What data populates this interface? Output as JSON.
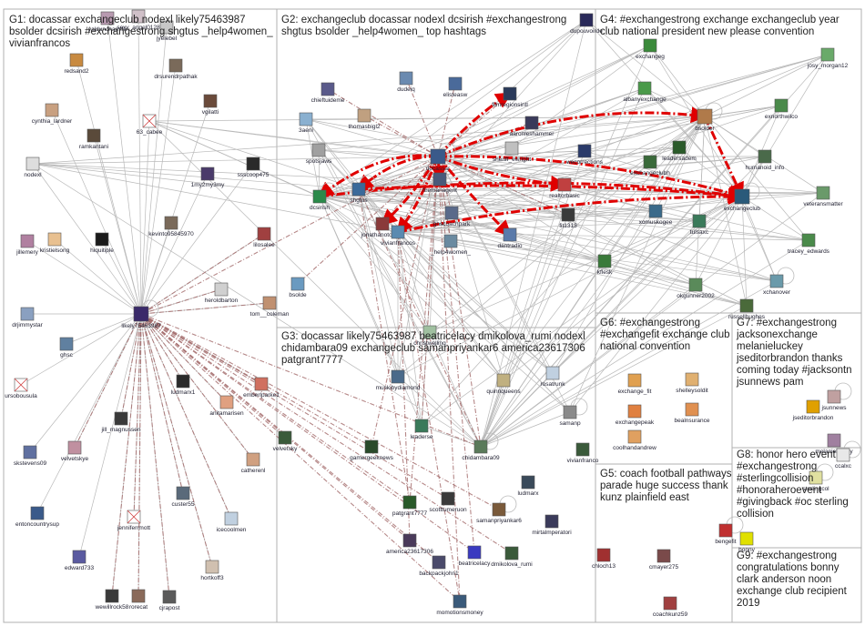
{
  "groups": [
    {
      "id": "G1",
      "lines": [
        "G1: docassar exchangeclub nodexl likely75463987",
        "bsolder dcsirish #exchangestrong shgtus _help4women_",
        "vivianfrancos"
      ]
    },
    {
      "id": "G2",
      "lines": [
        "G2: exchangeclub docassar nodexl dcsirish #exchangestrong",
        "shgtus bsolder _help4women_ top hashtags"
      ]
    },
    {
      "id": "G3",
      "lines": [
        "G3: docassar likely75463987 beatricelacy dmikolova_rumi nodexl",
        "chidambara09 exchangeclub samanpriyankar6 america23617306",
        "patgrant7777"
      ]
    },
    {
      "id": "G4",
      "lines": [
        "G4: #exchangestrong exchange exchangeclub year",
        "club national president new please convention"
      ]
    },
    {
      "id": "G5",
      "lines": [
        "G5: coach football pathways",
        "parade huge success thank",
        "kunz plainfield east"
      ]
    },
    {
      "id": "G6",
      "lines": [
        "G6: #exchangestrong",
        "#exchangefit exchange club",
        "national convention"
      ]
    },
    {
      "id": "G7",
      "lines": [
        "G7: #exchangestrong",
        "jacksonexchange",
        "melanieluckey",
        "jseditorbrandon thanks",
        "coming today #jacksontn",
        "jsunnews pam"
      ]
    },
    {
      "id": "G8",
      "lines": [
        "G8: honor hero event",
        "#exchangestrong",
        "#sterlingcollision",
        "#honoraheroevent",
        "#givingback #oc sterling",
        "collision"
      ]
    },
    {
      "id": "G9",
      "lines": [
        "G9: #exchangestrong",
        "congratulations bonny",
        "clark anderson noon",
        "exchange club recipient",
        "2019"
      ]
    }
  ],
  "nodes": [
    {
      "id": "likely75463987",
      "label": "likely75463987",
      "color": "#3a2a6a"
    },
    {
      "id": "yalduncharnife",
      "label": "yalduncharnife",
      "color": "#b89ab0"
    },
    {
      "id": "sexy_angel0128",
      "label": "sexy_angel0128",
      "color": "#d0c0c8"
    },
    {
      "id": "jyelebel",
      "label": "jyelebel",
      "color": "#c8c8c8"
    },
    {
      "id": "redsand2",
      "label": "redsand2",
      "color": "#c88a40"
    },
    {
      "id": "drsurendrpathak",
      "label": "drsurendrpathak",
      "color": "#7a6a5a"
    },
    {
      "id": "vgilatti",
      "label": "vgilatti",
      "color": "#6a4a3a"
    },
    {
      "id": "cynthia_lardner",
      "label": "cynthia_lardner",
      "color": "#c8a080"
    },
    {
      "id": "ramkantani",
      "label": "ramkantani",
      "color": "#5a4a3a"
    },
    {
      "id": "63_cabee",
      "label": "63_cabee",
      "color": "#ffffff"
    },
    {
      "id": "nodexl",
      "label": "nodexl",
      "color": "#dddddd"
    },
    {
      "id": "1my2my3my",
      "label": "1my2my3my",
      "color": "#4a3a6a"
    },
    {
      "id": "ssscoop475",
      "label": "ssscoop475",
      "color": "#2a2a2a"
    },
    {
      "id": "kevinto95845970",
      "label": "kevinto95845970",
      "color": "#7a6a5a"
    },
    {
      "id": "jillemery",
      "label": "jillemery",
      "color": "#b080a0"
    },
    {
      "id": "kristielsong",
      "label": "kristielsong",
      "color": "#e8c090"
    },
    {
      "id": "hiquitiple",
      "label": "hiquitiple",
      "color": "#1a1a1a"
    },
    {
      "id": "lilosalee",
      "label": "lilosalee",
      "color": "#a04040"
    },
    {
      "id": "heroldbarton",
      "label": "heroldbarton",
      "color": "#d0d0d0"
    },
    {
      "id": "tom__coleman",
      "label": "tom__coleman",
      "color": "#c09070"
    },
    {
      "id": "drjimmystar",
      "label": "drjimmystar",
      "color": "#8aa0c0"
    },
    {
      "id": "ghsc",
      "label": "ghsc",
      "color": "#6080a0"
    },
    {
      "id": "ursobousula",
      "label": "ursobousula",
      "color": "#ffffff"
    },
    {
      "id": "ludmarx1",
      "label": "ludmarx1",
      "color": "#2a2a2a"
    },
    {
      "id": "emberlparke1",
      "label": "emberlparke1",
      "color": "#d07060"
    },
    {
      "id": "jill_magnussen",
      "label": "jill_magnussen",
      "color": "#3a3a3a"
    },
    {
      "id": "anitamarisen",
      "label": "anitamarisen",
      "color": "#e0a080"
    },
    {
      "id": "skstevens09",
      "label": "skstevens09",
      "color": "#6070a0"
    },
    {
      "id": "velvetskye",
      "label": "velvetskye",
      "color": "#c090a0"
    },
    {
      "id": "catherenl",
      "label": "catherenl",
      "color": "#d0a080"
    },
    {
      "id": "custer55",
      "label": "custer55",
      "color": "#5a6a7a"
    },
    {
      "id": "jenniferrmott",
      "label": "jenniferrmott",
      "color": "#ffffff"
    },
    {
      "id": "icecoolmen",
      "label": "icecoolmen",
      "color": "#c0d0e0"
    },
    {
      "id": "entoncountrysup",
      "label": "entoncountrysup",
      "color": "#3a5a8a"
    },
    {
      "id": "edward733",
      "label": "edward733",
      "color": "#5a5aa0"
    },
    {
      "id": "wewillrock58",
      "label": "wewillrock58",
      "color": "#3a3a3a"
    },
    {
      "id": "rorecat",
      "label": "rorecat",
      "color": "#8a6a5a"
    },
    {
      "id": "cjrapost",
      "label": "cjrapost",
      "color": "#5a5a5a"
    },
    {
      "id": "hortkoff3",
      "label": "hortkoff3",
      "color": "#d0c0b0"
    },
    {
      "id": "docassar",
      "label": "docassar",
      "color": "#3a5a8a"
    },
    {
      "id": "chieftuideme",
      "label": "chieftuideme",
      "color": "#5a5a8a"
    },
    {
      "id": "dudeiq",
      "label": "dudeiq",
      "color": "#6a8ab0"
    },
    {
      "id": "elisteasw",
      "label": "elisteasw",
      "color": "#4a6a9a"
    },
    {
      "id": "filmregionsintl",
      "label": "filmregionsintl",
      "color": "#2a3a5a"
    },
    {
      "id": "dupouvoirde",
      "label": "dupouvoirde",
      "color": "#2a2a5a"
    },
    {
      "id": "3aeni",
      "label": "3aeni",
      "color": "#8ab0d0"
    },
    {
      "id": "thomasbigl2",
      "label": "thomasbigl2",
      "color": "#c0a080"
    },
    {
      "id": "aaronleshammer",
      "label": "aaronleshammer",
      "color": "#3a3a5a"
    },
    {
      "id": "spotsjaws",
      "label": "spotsjaws",
      "color": "#a0a0a0"
    },
    {
      "id": "sheriff_ewright",
      "label": "sheriff_ewright",
      "color": "#c0c0c0"
    },
    {
      "id": "wecorrections",
      "label": "wecorrections",
      "color": "#2a3a6a"
    },
    {
      "id": "shgtus",
      "label": "shgtus",
      "color": "#3a6a9a"
    },
    {
      "id": "firemanagent",
      "label": "firemanagent",
      "color": "#4a5a7a"
    },
    {
      "id": "realtorbasic",
      "label": "realtorbasic",
      "color": "#c04040"
    },
    {
      "id": "dcsirish",
      "label": "dcsirish",
      "color": "#2a8a4a"
    },
    {
      "id": "jonathanotcher1",
      "label": "jonathanotcher1",
      "color": "#8a3a3a"
    },
    {
      "id": "ghscoachpark",
      "label": "ghscoachpark",
      "color": "#5a6a8a"
    },
    {
      "id": "fit1313",
      "label": "fit1313",
      "color": "#3a3a3a"
    },
    {
      "id": "vivianfrancos",
      "label": "vivianfrancos",
      "color": "#5a8ab0"
    },
    {
      "id": "_help4women_",
      "label": "_help4women_",
      "color": "#6a8aa0"
    },
    {
      "id": "dantradio",
      "label": "dantradio",
      "color": "#5a7aaa"
    },
    {
      "id": "bsolde",
      "label": "bsolde",
      "color": "#6a9ac0"
    },
    {
      "id": "exchangeg",
      "label": "exchangeg",
      "color": "#3a8a3a"
    },
    {
      "id": "josy_morgan12",
      "label": "josy_morgan12",
      "color": "#6aaa6a"
    },
    {
      "id": "albanyexchange",
      "label": "albanyexchange",
      "color": "#4a9a4a"
    },
    {
      "id": "bsolder",
      "label": "bsolder",
      "color": "#b07a4a"
    },
    {
      "id": "exnorthwilco",
      "label": "exnorthwilco",
      "color": "#4a8a4a"
    },
    {
      "id": "leadersadem",
      "label": "leadersadem",
      "color": "#2a5a2a"
    },
    {
      "id": "exchangeclubh",
      "label": "exchangeclubh",
      "color": "#3a6a3a"
    },
    {
      "id": "humanoid_info",
      "label": "humanoid_info",
      "color": "#4a6a4a"
    },
    {
      "id": "xomuskogee",
      "label": "xomuskogee",
      "color": "#3a6a8a"
    },
    {
      "id": "tulsaxc",
      "label": "tulsaxc",
      "color": "#3a7a5a"
    },
    {
      "id": "exchangeclub",
      "label": "exchangeclub",
      "color": "#2a5a7a"
    },
    {
      "id": "veteransmatter",
      "label": "veteransmatter",
      "color": "#6a9a6a"
    },
    {
      "id": "tracey_edwards",
      "label": "tracey_edwards",
      "color": "#4a8a4a"
    },
    {
      "id": "kflesk",
      "label": "kflesk",
      "color": "#3a7a3a"
    },
    {
      "id": "okgunner2002",
      "label": "okgunner2002",
      "color": "#5a8a5a"
    },
    {
      "id": "xchanover",
      "label": "xchanover",
      "color": "#6a9aaa"
    },
    {
      "id": "russellhughes",
      "label": "russellhughes",
      "color": "#4a6a3a"
    },
    {
      "id": "christwelling",
      "label": "christwelling",
      "color": "#a0c0a0"
    },
    {
      "id": "muskibydiamond",
      "label": "muskibydiamond",
      "color": "#4a6a8a"
    },
    {
      "id": "quinnqueens",
      "label": "quinnqueens",
      "color": "#c0b080"
    },
    {
      "id": "rosatrunk",
      "label": "rosatrunk",
      "color": "#c0d0e0"
    },
    {
      "id": "leaderse",
      "label": "leaderse",
      "color": "#3a7a5a"
    },
    {
      "id": "samanp",
      "label": "samanp",
      "color": "#8a8a8a"
    },
    {
      "id": "velvetsky",
      "label": "velvetsky",
      "color": "#3a5a3a"
    },
    {
      "id": "gamergeeknews",
      "label": "gamergeeknews",
      "color": "#2a4a2a"
    },
    {
      "id": "chidambara09",
      "label": "chidambara09",
      "color": "#5a7a5a"
    },
    {
      "id": "vivianfranco",
      "label": "vivianfranco",
      "color": "#3a5a3a"
    },
    {
      "id": "ludmarx",
      "label": "ludmarx",
      "color": "#3a4a5a"
    },
    {
      "id": "scotttumeruon",
      "label": "scotttumeruon",
      "color": "#3a3a3a"
    },
    {
      "id": "patgrant7777",
      "label": "patgrant7777",
      "color": "#2a5a2a"
    },
    {
      "id": "samanpriyankar6",
      "label": "samanpriyankar6",
      "color": "#7a5a3a"
    },
    {
      "id": "mirtalmperatori",
      "label": "mirtalmperatori",
      "color": "#3a3a5a"
    },
    {
      "id": "america23617306",
      "label": "america23617306",
      "color": "#4a3a5a"
    },
    {
      "id": "beatricelacy",
      "label": "beatricelacy",
      "color": "#3a3ac0"
    },
    {
      "id": "dmikolova_rumi",
      "label": "dmikolova_rumi",
      "color": "#3a5a3a"
    },
    {
      "id": "backpackjohn1",
      "label": "backpackjohn1",
      "color": "#4a4a6a"
    },
    {
      "id": "momotionsmoney",
      "label": "momotionsmoney",
      "color": "#3a5a7a"
    },
    {
      "id": "exchange_fit",
      "label": "exchange_fit",
      "color": "#e0a050"
    },
    {
      "id": "shelleysoldit",
      "label": "shelleysoldit",
      "color": "#e0b070"
    },
    {
      "id": "exchangepeak",
      "label": "exchangepeak",
      "color": "#e08040"
    },
    {
      "id": "bealnsurance",
      "label": "bealnsurance",
      "color": "#e09050"
    },
    {
      "id": "coolhandandrew",
      "label": "coolhandandrew",
      "color": "#e0a060"
    },
    {
      "id": "jsunnews",
      "label": "jsunnews",
      "color": "#c0a0a0"
    },
    {
      "id": "jseditorbrandon",
      "label": "jseditorbrandon",
      "color": "#e0a000"
    },
    {
      "id": "melanieluckey",
      "label": "melanieluckey",
      "color": "#a080a0"
    },
    {
      "id": "sterlingcol",
      "label": "sterlingcol",
      "color": "#e0e0a0"
    },
    {
      "id": "ccalxc",
      "label": "ccalxc",
      "color": "#e8e8e8"
    },
    {
      "id": "bengefit",
      "label": "bengefit",
      "color": "#c03030"
    },
    {
      "id": "chloch13",
      "label": "chloch13",
      "color": "#a03030"
    },
    {
      "id": "cmayer275",
      "label": "cmayer275",
      "color": "#7a4a4a"
    },
    {
      "id": "coachkunz59",
      "label": "coachkunz59",
      "color": "#a04040"
    },
    {
      "id": "bonny",
      "label": "bonny",
      "color": "#e0e000"
    }
  ]
}
